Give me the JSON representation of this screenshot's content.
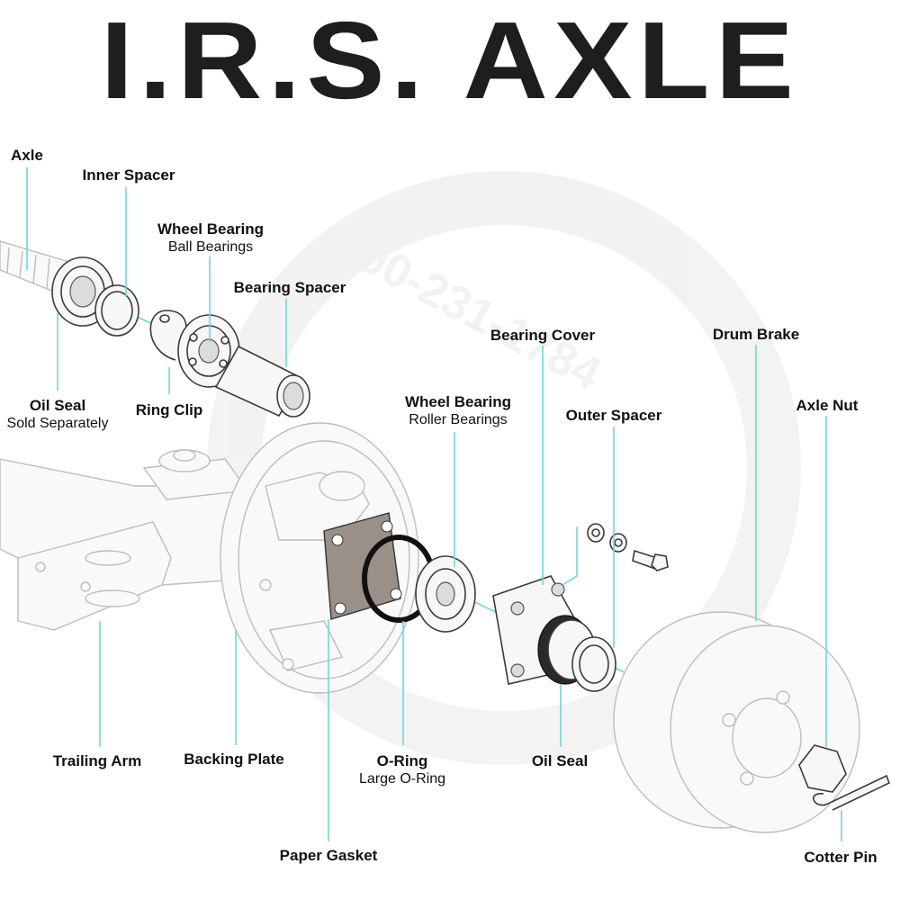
{
  "title": "I.R.S.  AXLE",
  "watermark": {
    "phone": "800-231-1784"
  },
  "labels": {
    "axle": {
      "name": "Axle"
    },
    "inner_spacer": {
      "name": "Inner Spacer"
    },
    "wheel_bearing_ball": {
      "name": "Wheel Bearing",
      "sub": "Ball Bearings"
    },
    "bearing_spacer": {
      "name": "Bearing Spacer"
    },
    "oil_seal_inner": {
      "name": "Oil Seal",
      "sub": "Sold Separately"
    },
    "ring_clip": {
      "name": "Ring Clip"
    },
    "wheel_bearing_roller": {
      "name": "Wheel Bearing",
      "sub": "Roller Bearings"
    },
    "bearing_cover": {
      "name": "Bearing Cover"
    },
    "outer_spacer": {
      "name": "Outer Spacer"
    },
    "drum_brake": {
      "name": "Drum Brake"
    },
    "axle_nut": {
      "name": "Axle Nut"
    },
    "trailing_arm": {
      "name": "Trailing Arm"
    },
    "backing_plate": {
      "name": "Backing Plate"
    },
    "o_ring": {
      "name": "O-Ring",
      "sub": "Large O-Ring"
    },
    "oil_seal_outer": {
      "name": "Oil Seal"
    },
    "paper_gasket": {
      "name": "Paper Gasket"
    },
    "cotter_pin": {
      "name": "Cotter Pin"
    }
  },
  "colors": {
    "leader_lines": "#6fd6dc",
    "title_text": "#1e1e1e",
    "part_outline": "#3a3a3a",
    "gasket_fill": "#9a9087",
    "o_ring": "#111111"
  }
}
